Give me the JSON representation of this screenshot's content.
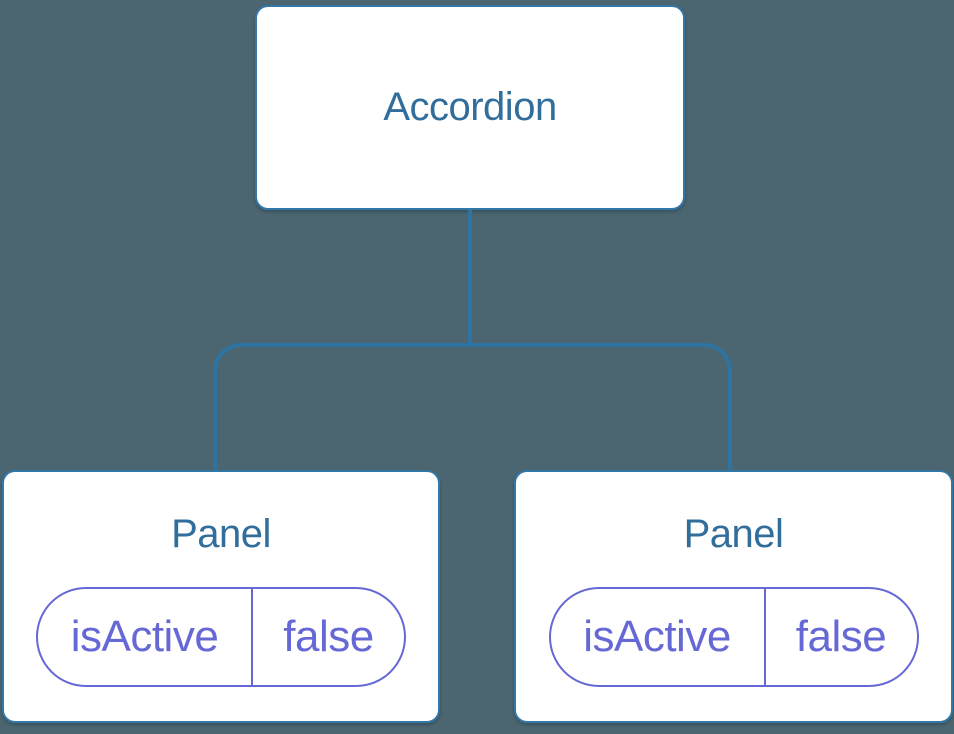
{
  "diagram": {
    "root": {
      "label": "Accordion"
    },
    "panels": [
      {
        "label": "Panel",
        "state": {
          "key": "isActive",
          "value": "false"
        }
      },
      {
        "label": "Panel",
        "state": {
          "key": "isActive",
          "value": "false"
        }
      }
    ],
    "colors": {
      "background": "#4c6671",
      "node_fill": "#ffffff",
      "node_border": "#3377a6",
      "node_text": "#316e9c",
      "connector": "#2e74a2",
      "state_accent": "#6568d5"
    }
  }
}
